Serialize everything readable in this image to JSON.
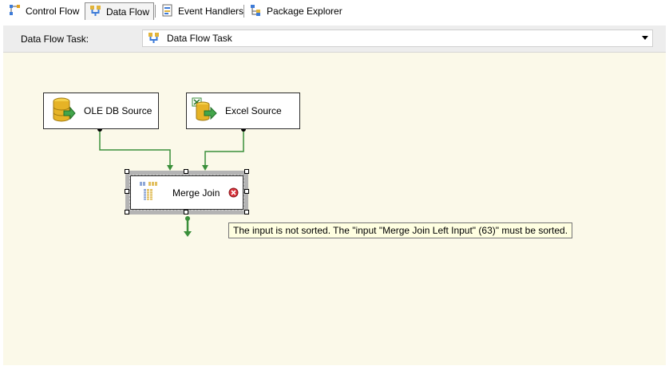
{
  "tabs": [
    {
      "label": "Control Flow",
      "icon": "control-flow-icon",
      "active": false
    },
    {
      "label": "Data Flow",
      "icon": "data-flow-icon",
      "active": true
    },
    {
      "label": "Event Handlers",
      "icon": "event-handlers-icon",
      "active": false
    },
    {
      "label": "Package Explorer",
      "icon": "package-explorer-icon",
      "active": false
    }
  ],
  "task_bar": {
    "label": "Data Flow Task:",
    "selected": "Data Flow Task",
    "selected_icon": "data-flow-task-icon"
  },
  "components": {
    "ole_db_source": {
      "label": "OLE DB Source",
      "icon": "database-source-icon"
    },
    "excel_source": {
      "label": "Excel Source",
      "icon": "excel-source-icon"
    },
    "merge_join": {
      "label": "Merge Join",
      "icon": "merge-join-icon",
      "status_icon": "error-icon"
    }
  },
  "tooltip": {
    "text": "The input is not sorted. The \"input \"Merge Join Left Input\" (63)\" must be sorted."
  },
  "colors": {
    "canvas_background": "#fbf9e9",
    "path_green": "#3a8f3a",
    "error_red": "#d9303a",
    "tooltip_background": "#ffffe1"
  }
}
